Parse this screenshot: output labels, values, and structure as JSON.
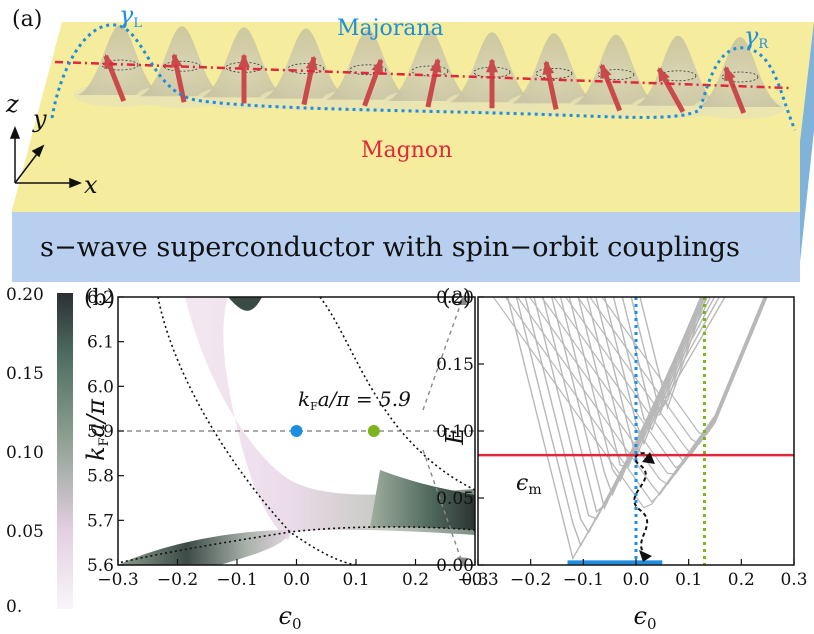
{
  "panel_a": {
    "label": "(a)",
    "majorana_label": "Majorana",
    "magnon_label": "Magnon",
    "gamma_left": "γ",
    "gamma_left_sub": "L",
    "gamma_right": "γ",
    "gamma_right_sub": "R",
    "axis_x": "x",
    "axis_y": "y",
    "axis_z": "z",
    "substrate_caption": "s−wave superconductor with spin−orbit couplings",
    "colors": {
      "substrate_top": "#f5ec9e",
      "substrate_front": "#b9cfef",
      "substrate_side": "#7fb3d9",
      "majorana": "#1e8ee0",
      "magnon": "#e0283a",
      "spin_arrow": "#c94a4a"
    }
  },
  "colorbar": {
    "ticks": [
      "0.20",
      "0.15",
      "0.10",
      "0.05",
      "0."
    ],
    "colors": [
      "#f8f6fa",
      "#e3cfe0",
      "#8a9e90",
      "#4e6e62",
      "#2c2f33"
    ]
  },
  "panel_b": {
    "label": "(b)",
    "annotation": "k",
    "annotation_sub": "F",
    "annotation_tail": "a/π = 5.9",
    "chart_data": {
      "type": "heatmap",
      "xlabel": "ϵ",
      "xlabel_sub": "0",
      "ylabel": "k",
      "ylabel_sub": "F",
      "ylabel_tail": "a/π",
      "xlim": [
        -0.3,
        0.3
      ],
      "ylim": [
        5.6,
        6.2
      ],
      "xticks": [
        "−0.3",
        "−0.2",
        "−0.1",
        "0.0",
        "0.1",
        "0.2",
        "0.3"
      ],
      "yticks": [
        "5.6",
        "5.7",
        "5.8",
        "5.9",
        "6.0",
        "6.1",
        "6.2"
      ],
      "reference_line_y": 5.9,
      "markers": [
        {
          "x": 0.0,
          "y": 5.9,
          "color": "#1e8ee0"
        },
        {
          "x": 0.13,
          "y": 5.9,
          "color": "#7db51f"
        }
      ]
    }
  },
  "panel_c": {
    "label": "(c)",
    "epsilon_m": "ϵ",
    "epsilon_m_sub": "m",
    "chart_data": {
      "type": "line",
      "xlabel": "ϵ",
      "xlabel_sub": "0",
      "ylabel": "E",
      "xlim": [
        -0.3,
        0.3
      ],
      "ylim": [
        0.0,
        0.2
      ],
      "xticks": [
        "−0.3",
        "−0.2",
        "−0.1",
        "0.0",
        "0.1",
        "0.2",
        "0.3"
      ],
      "yticks": [
        "0.00",
        "0.05",
        "0.10",
        "0.15",
        "0.20"
      ],
      "magnon_energy": 0.082,
      "zero_mode_range": [
        -0.13,
        0.05
      ],
      "vlines": [
        {
          "x": 0.0,
          "color": "#1e8ee0"
        },
        {
          "x": 0.13,
          "color": "#7db51f"
        }
      ],
      "colors": {
        "bands": "#b8b8b8",
        "magnon_line": "#e0283a",
        "zero_mode": "#1e8ee0"
      }
    }
  }
}
